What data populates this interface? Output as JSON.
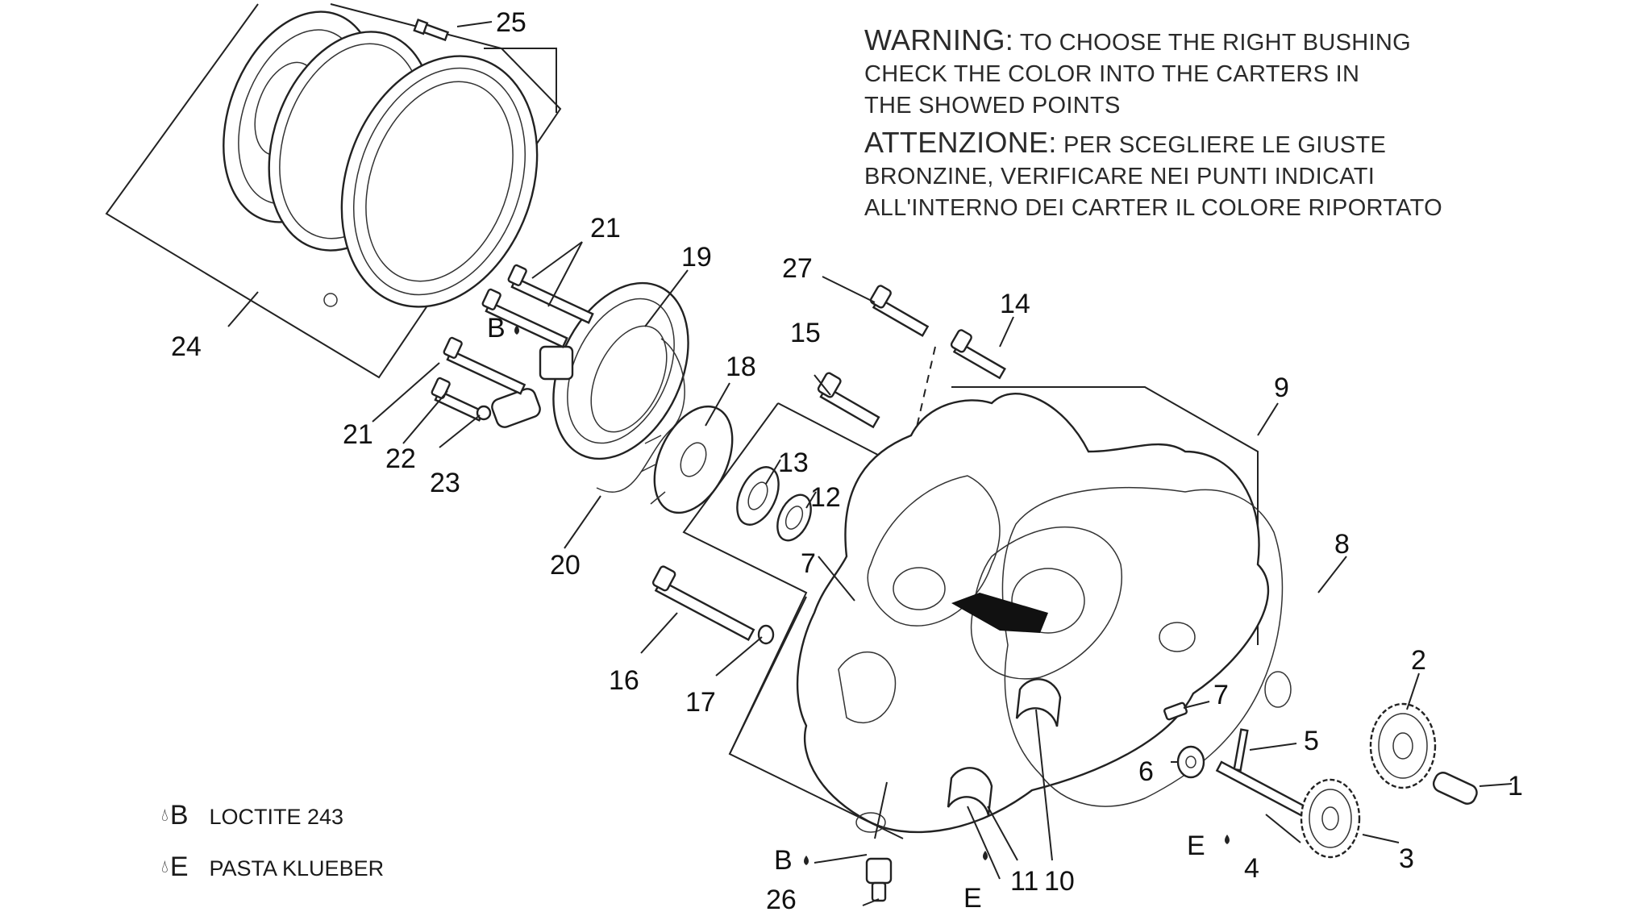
{
  "warning": {
    "en_label": "WARNING:",
    "en_line1": "TO CHOOSE THE RIGHT BUSHING",
    "en_line2": "CHECK THE COLOR INTO THE CARTERS IN",
    "en_line3": "THE SHOWED POINTS",
    "it_label": "ATTENZIONE:",
    "it_line1": "PER SCEGLIERE LE GIUSTE",
    "it_line2": "BRONZINE, VERIFICARE NEI PUNTI INDICATI",
    "it_line3": "ALL'INTERNO DEI CARTER IL COLORE RIPORTATO"
  },
  "legend": [
    {
      "code": "B",
      "text": "LOCTITE 243"
    },
    {
      "code": "E",
      "text": "PASTA KLUEBER"
    }
  ],
  "callouts": {
    "c1": "1",
    "c2": "2",
    "c3": "3",
    "c4": "4",
    "c5": "5",
    "c6": "6",
    "c7a": "7",
    "c7b": "7",
    "c8": "8",
    "c9": "9",
    "c10": "10",
    "c11": "11",
    "c12": "12",
    "c13": "13",
    "c14": "14",
    "c15": "15",
    "c16": "16",
    "c17": "17",
    "c18": "18",
    "c19": "19",
    "c20": "20",
    "c21a": "21",
    "c21b": "21",
    "c22": "22",
    "c23": "23",
    "c24": "24",
    "c25": "25",
    "c26": "26",
    "c27": "27"
  },
  "markers": {
    "b1": "B",
    "b2": "B",
    "e1": "E",
    "e2": "E"
  },
  "icons": [
    "drop-icon",
    "direction-arrow"
  ]
}
